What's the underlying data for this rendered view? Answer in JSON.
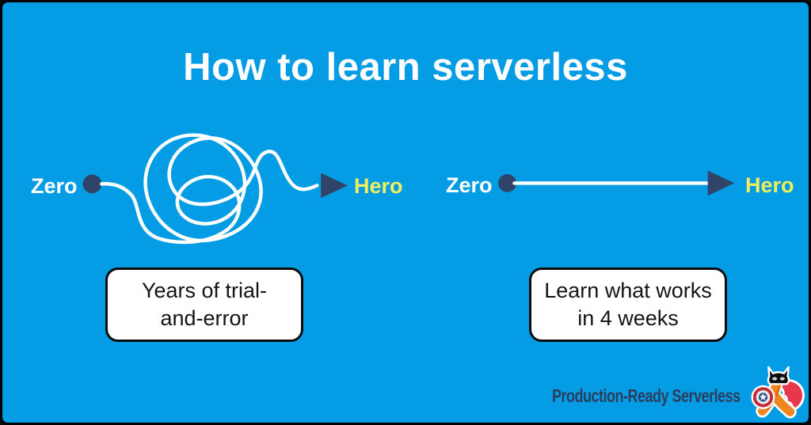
{
  "title": "How to learn serverless",
  "paths": {
    "left": {
      "style": "tangled",
      "start_label": "Zero",
      "end_label": "Hero",
      "caption": [
        "Years of trial-",
        "and-error"
      ]
    },
    "right": {
      "style": "straight",
      "start_label": "Zero",
      "end_label": "Hero",
      "caption": [
        "Learn what works",
        "in 4 weeks"
      ]
    }
  },
  "brand": {
    "name": "Production-Ready Serverless",
    "logo": "lambda-superhero-mascot"
  },
  "colors": {
    "background": "#049CE4",
    "navy": "#2F4466",
    "hero_yellow": "#F2EF5F",
    "line_white": "#FFFFFF",
    "brand_text": "#2C3E5E",
    "cape_red": "#E8374A",
    "body_orange": "#F0861F",
    "shield_red": "#C22B35",
    "shield_blue": "#254C95"
  }
}
